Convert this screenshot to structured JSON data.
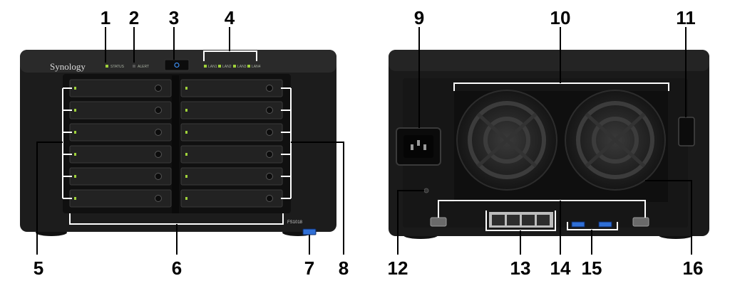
{
  "front": {
    "brand": "Synology",
    "model": "FS1018",
    "indicators": [
      "STATUS",
      "ALERT"
    ],
    "lan_labels": [
      "LAN1",
      "LAN2",
      "LAN3",
      "LAN4"
    ],
    "drive_bays_per_column": 6,
    "drive_columns": 2
  },
  "callouts": [
    "1",
    "2",
    "3",
    "4",
    "5",
    "6",
    "7",
    "8",
    "9",
    "10",
    "11",
    "12",
    "13",
    "14",
    "15",
    "16"
  ],
  "colors": {
    "chassis": "#1c1c1c",
    "led_green": "#9fd23a",
    "power_blue": "#3d8ef0",
    "usb_blue": "#2f6fd6"
  }
}
